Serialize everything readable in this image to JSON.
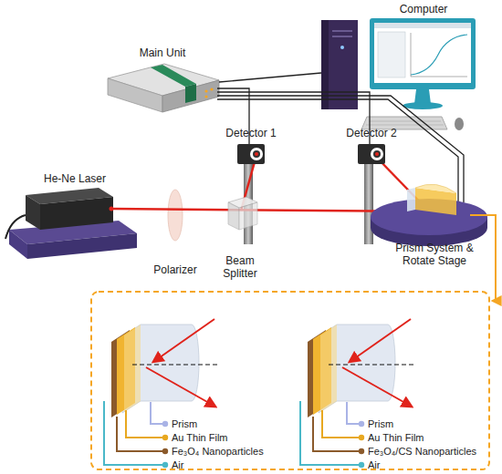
{
  "diagram": {
    "labels": [
      "Computer",
      "Main Unit",
      "Detector 1",
      "Detector 2",
      "He-Ne Laser",
      "Polarizer",
      "Beam Splitter",
      "Prism System & Rotate Stage",
      "Prism",
      "Au Thin Film",
      "Fe₃O₄ Nanoparticles",
      "Air",
      "Prism",
      "Au Thin Film",
      "Fe₃O₄/CS Nanoparticles",
      "Air"
    ]
  }
}
